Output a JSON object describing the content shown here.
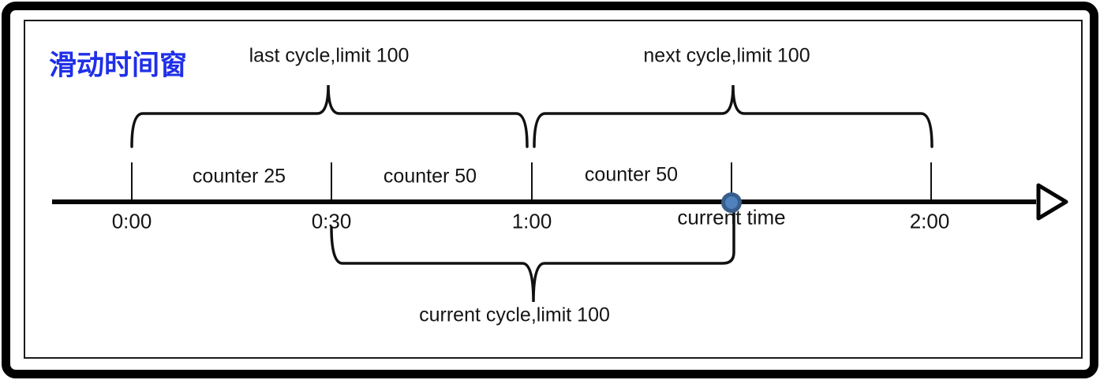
{
  "title": "滑动时间窗",
  "colors": {
    "title_blue": "#1F2FE8",
    "line_black": "#000000",
    "dot_fill": "#4F81BD",
    "dot_border": "#385D8A"
  },
  "braces": {
    "last_cycle_label": "last cycle,limit 100",
    "next_cycle_label": "next cycle,limit 100",
    "current_cycle_label": "current cycle,limit 100"
  },
  "timeline": {
    "tick_labels": [
      "0:00",
      "0:30",
      "1:00",
      "2:00"
    ],
    "current_time_label": "current time",
    "segment_labels": [
      "counter 25",
      "counter 50",
      "counter 50"
    ]
  }
}
